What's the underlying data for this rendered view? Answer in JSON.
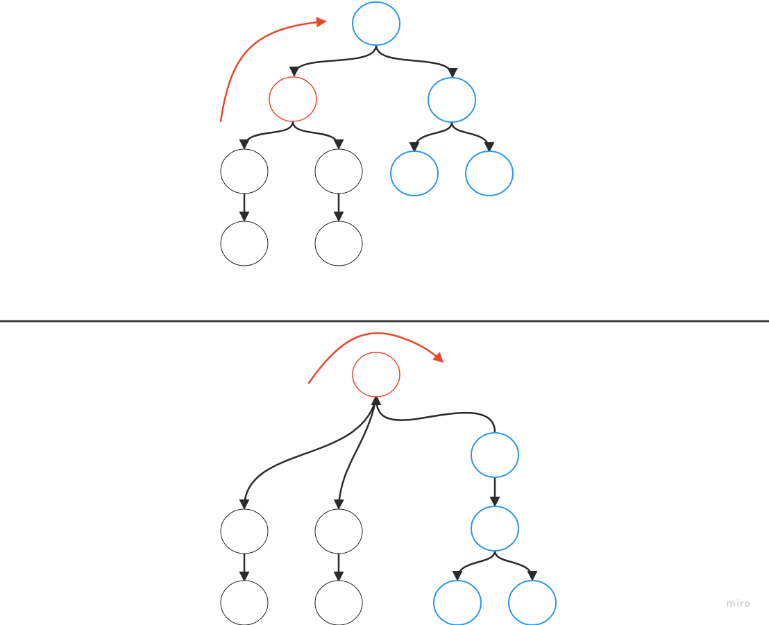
{
  "brand": {
    "watermark": "miro"
  },
  "colors": {
    "background": "#ffffff",
    "edge": "#2b2b2b",
    "divider": "#3a3a3a",
    "node_default": "#1f1f1f",
    "node_blue": "#2a97e8",
    "node_red": "#e8472b",
    "rotation_arrow": "#e8472b"
  },
  "diagram": {
    "type": "tree-rotation",
    "panels": [
      {
        "id": "top",
        "nodes": [
          {
            "id": "t1",
            "color": "blue"
          },
          {
            "id": "t2",
            "color": "red"
          },
          {
            "id": "t3",
            "color": "blue"
          },
          {
            "id": "t4",
            "color": "default"
          },
          {
            "id": "t5",
            "color": "default"
          },
          {
            "id": "t6",
            "color": "blue"
          },
          {
            "id": "t7",
            "color": "blue"
          },
          {
            "id": "t8",
            "color": "default"
          },
          {
            "id": "t9",
            "color": "default"
          }
        ],
        "edges": [
          {
            "from": "t1",
            "to": "t2"
          },
          {
            "from": "t1",
            "to": "t3"
          },
          {
            "from": "t2",
            "to": "t4"
          },
          {
            "from": "t2",
            "to": "t5"
          },
          {
            "from": "t3",
            "to": "t6"
          },
          {
            "from": "t3",
            "to": "t7"
          },
          {
            "from": "t4",
            "to": "t8"
          },
          {
            "from": "t5",
            "to": "t9"
          }
        ]
      },
      {
        "id": "bottom",
        "nodes": [
          {
            "id": "b1",
            "color": "red"
          },
          {
            "id": "b2",
            "color": "default"
          },
          {
            "id": "b3",
            "color": "default"
          },
          {
            "id": "b4",
            "color": "blue"
          },
          {
            "id": "b5",
            "color": "blue"
          },
          {
            "id": "b6",
            "color": "blue"
          },
          {
            "id": "b7",
            "color": "blue"
          },
          {
            "id": "b8",
            "color": "default"
          },
          {
            "id": "b9",
            "color": "default"
          }
        ],
        "edges": [
          {
            "from": "b1",
            "to": "b2"
          },
          {
            "from": "b1",
            "to": "b3"
          },
          {
            "from": "b4",
            "to": "b1"
          },
          {
            "from": "b4",
            "to": "b5"
          },
          {
            "from": "b5",
            "to": "b6"
          },
          {
            "from": "b5",
            "to": "b7"
          },
          {
            "from": "b2",
            "to": "b8"
          },
          {
            "from": "b3",
            "to": "b9"
          }
        ]
      }
    ]
  }
}
